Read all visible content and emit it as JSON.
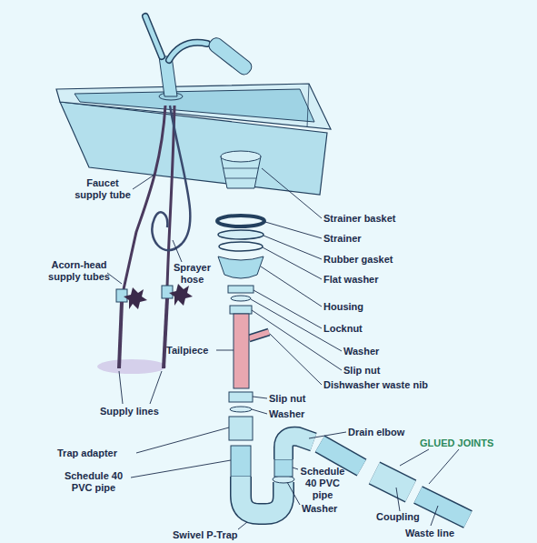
{
  "diagram": {
    "labels": [
      "Faucet supply tube",
      "Acorn-head supply tubes",
      "Sprayer hose",
      "Tailpiece",
      "Supply lines",
      "Strainer basket",
      "Strainer",
      "Rubber gasket",
      "Flat washer",
      "Housing",
      "Locknut",
      "Washer",
      "Slip nut",
      "Dishwasher waste nib",
      "Slip nut",
      "Washer",
      "Drain elbow",
      "GLUED JOINTS",
      "Trap adapter",
      "Schedule 40 PVC pipe",
      "Schedule 40 PVC pipe",
      "Washer",
      "Coupling",
      "Waste line",
      "Swivel P-Trap"
    ]
  }
}
